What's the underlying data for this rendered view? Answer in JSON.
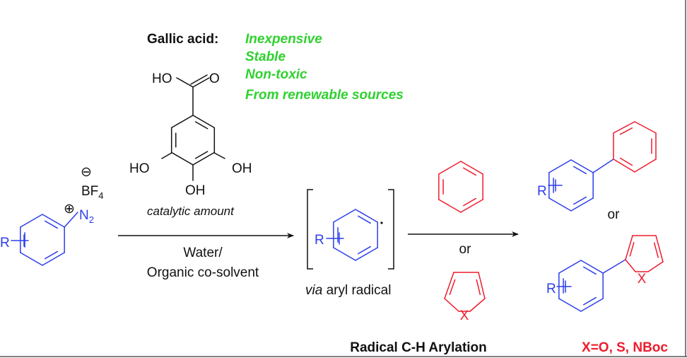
{
  "catalyst": {
    "name_label": "Gallic acid:",
    "properties": [
      "Inexpensive",
      "Stable",
      "Non-toxic",
      "From renewable sources"
    ],
    "atoms": {
      "ho_top": "HO",
      "o_top": "O",
      "ho_left": "HO",
      "oh_right": "OH",
      "oh_bottom": "OH"
    },
    "amount": "catalytic amount"
  },
  "reactant": {
    "r": "R",
    "counterion": "BF4",
    "counterion_charge": "⊖",
    "n2": "N2",
    "n2_charge": "⊕"
  },
  "conditions": {
    "line1": "Water/",
    "line2": "Organic co-solvent"
  },
  "intermediate": {
    "r": "R",
    "caption_italic": "via",
    "caption_rest": " aryl radical"
  },
  "coupling": {
    "or_label": "or",
    "heteroatom": "X"
  },
  "products": {
    "r1": "R",
    "or_label": "or",
    "r2": "R",
    "heteroatom": "X"
  },
  "footer": {
    "title": "Radical C-H Arylation",
    "x_definition": "X=O, S, NBoc"
  },
  "colors": {
    "green": "#2fd12f",
    "blue": "#2c3ee8",
    "red": "#ee1c2e",
    "black": "#111111"
  }
}
